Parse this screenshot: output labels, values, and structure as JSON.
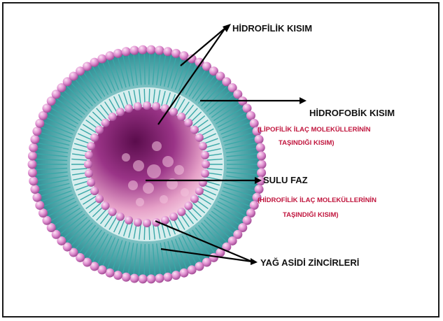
{
  "labels": {
    "hydrophilic": "HİDROFİLİK KISIM",
    "hydrophobic": "HİDROFOBİK KISIM",
    "hydrophobic_note_1": "(LİPOFİLİK İLAÇ MOLEKÜLLERİNİN",
    "hydrophobic_note_2": "TAŞINDIĞI KISIM)",
    "aqueous": "SULU FAZ",
    "aqueous_note_1": "(HİDROFİLİK İLAÇ MOLEKÜLLERİNİN",
    "aqueous_note_2": "TAŞINDIĞI KISIM)",
    "fatty_acid": "YAĞ ASİDİ ZİNCİRLERİ"
  },
  "colors": {
    "head_group": "#e08fd0",
    "tail_chain": "#3aa8a8",
    "core_dark": "#7a1a6a",
    "core_light": "#f2b8d8",
    "note_red": "#c0143c"
  }
}
